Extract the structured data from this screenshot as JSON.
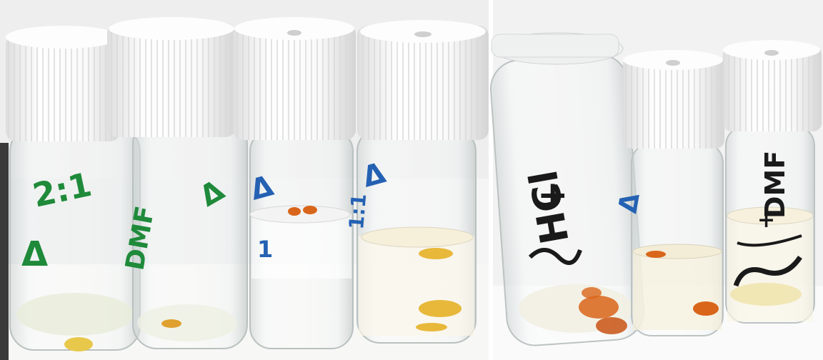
{
  "photo_left": {
    "vial_1": {
      "label": "2:1",
      "marks": "Δ"
    },
    "vial_2": {
      "label": "DMF",
      "marks": "Δ"
    },
    "vial_3": {
      "label": "Δ",
      "marks": "1"
    },
    "vial_4": {
      "label": "Δ",
      "marks": "1:1"
    }
  },
  "photo_right": {
    "vial_5": {
      "label": "HCl",
      "marks": "+"
    },
    "vial_6": {
      "label": "Δ",
      "marks": ""
    },
    "vial_7": {
      "label": "DMF",
      "marks": "+"
    }
  },
  "colors": {
    "cap": "#f7f7f7",
    "green_marker": "#1e8a3a",
    "blue_marker": "#2461b3",
    "black_marker": "#1a1a1a",
    "orange_solid": "#d9651a",
    "yellow_solid": "#e8b83a"
  }
}
